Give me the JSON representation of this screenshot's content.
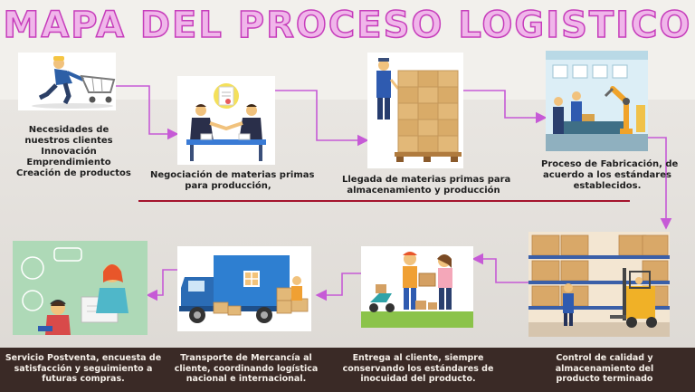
{
  "title": "MAPA DEL PROCESO LOGISTICO",
  "steps": [
    {
      "lines": [
        "Necesidades de",
        "nuestros clientes",
        "Innovación",
        "Emprendimiento",
        "Creación de productos"
      ]
    },
    {
      "lines": [
        "Negociación de materias primas",
        "para producción,"
      ]
    },
    {
      "lines": [
        "Llegada de materias primas para",
        "almacenamiento y producción"
      ]
    },
    {
      "lines": [
        "Proceso de Fabricación, de",
        "acuerdo a los estándares",
        "establecidos."
      ]
    },
    {
      "lines": [
        "Control de calidad y",
        "almacenamiento del",
        "producto terminado"
      ]
    },
    {
      "lines": [
        "Entrega al cliente, siempre",
        "conservando los estándares de",
        "inocuidad del producto."
      ]
    },
    {
      "lines": [
        "Transporte de Mercancía al",
        "cliente, coordinando logística",
        "nacional e internacional."
      ]
    },
    {
      "lines": [
        "Servicio Postventa, encuesta de",
        "satisfacción y seguimiento a",
        "futuras compras."
      ]
    }
  ],
  "illustration_labels": {
    "chat_bubble": "",
    "monitor": ""
  },
  "colors": {
    "arrow": "#c65ad6",
    "title_fill": "#f0b6ea",
    "title_stroke": "#c63dbb",
    "divider": "#a4142d",
    "floor": "#3a2a26"
  }
}
